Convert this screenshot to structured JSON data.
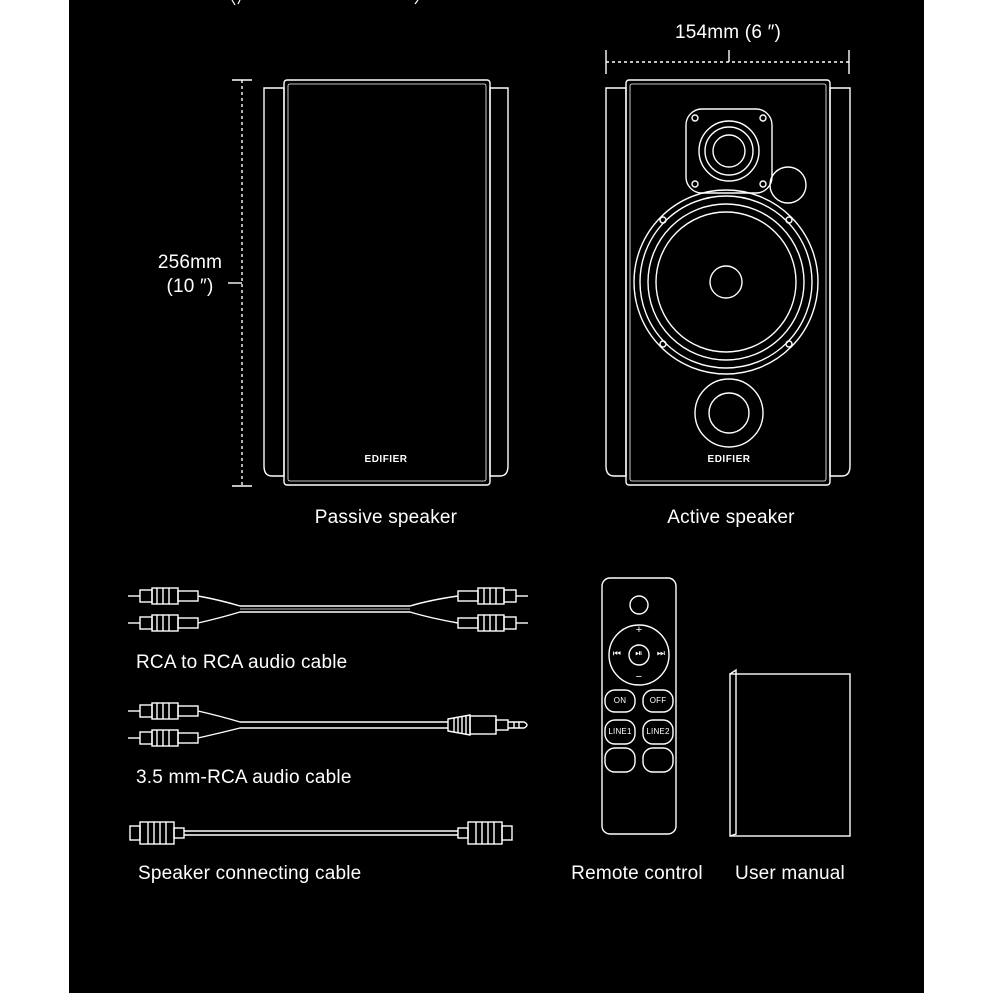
{
  "colors": {
    "background": "#000000",
    "line": "#ffffff",
    "page": "#ffffff"
  },
  "dimensions": {
    "width_label": "154mm  (6 ″)",
    "height_label": "256mm",
    "height_inch": "(10 ″)"
  },
  "speakers": {
    "brand": "EDIFIER",
    "passive_label": "Passive speaker",
    "active_label": "Active speaker"
  },
  "cables": {
    "rca_label": "RCA to RCA audio cable",
    "aux_label": "3.5 mm-RCA audio cable",
    "speaker_label": "Speaker connecting cable"
  },
  "remote": {
    "label": "Remote control",
    "buttons": {
      "plus": "+",
      "minus": "−",
      "prev": "⏮",
      "play": "⏯",
      "next": "⏭",
      "on": "ON",
      "off": "OFF",
      "line1": "LINE1",
      "line2": "LINE2"
    }
  },
  "manual": {
    "label": "User manual"
  }
}
